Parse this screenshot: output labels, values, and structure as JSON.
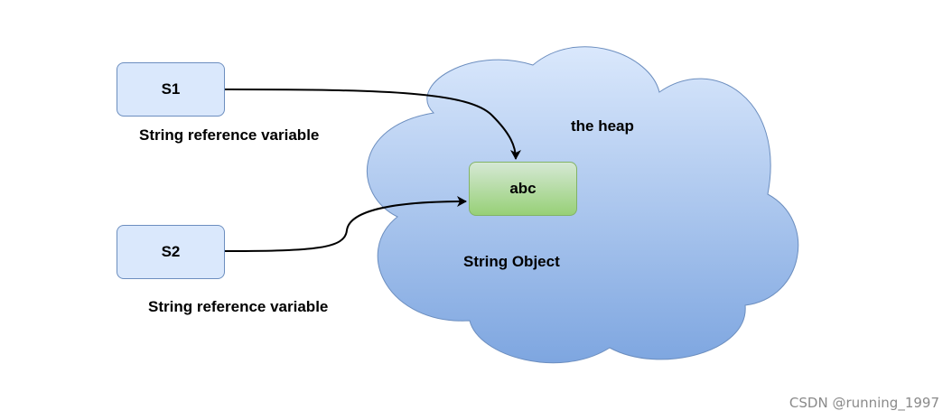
{
  "diagram": {
    "s1": {
      "label": "S1",
      "caption": "String reference variable"
    },
    "s2": {
      "label": "S2",
      "caption": "String reference variable"
    },
    "heap": {
      "label": "the heap"
    },
    "object": {
      "label": "abc",
      "caption": "String Object"
    }
  },
  "colors": {
    "ref_fill": "#dae8fc",
    "ref_stroke": "#6c8ebf",
    "obj_fill_top": "#d5e8d4",
    "obj_fill_bottom": "#97d077",
    "obj_stroke": "#82b366",
    "cloud_top": "#dae8fc",
    "cloud_bottom": "#7ea6e0",
    "cloud_stroke": "#6c8ebf",
    "arrow": "#000000"
  },
  "watermark": "CSDN @running_1997"
}
